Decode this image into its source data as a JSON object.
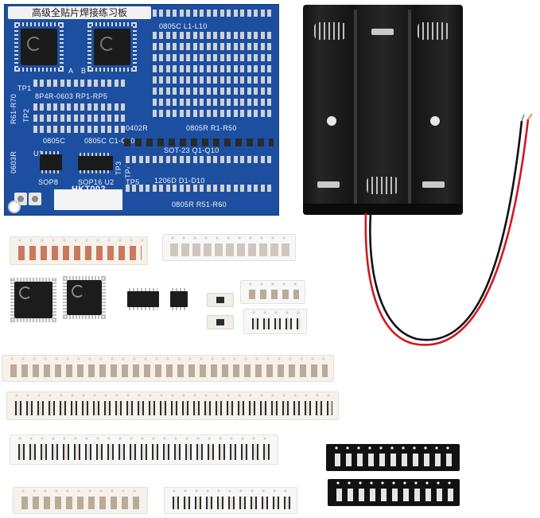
{
  "pcb": {
    "title": "高级全贴片焊接练习板",
    "model": "HKT002",
    "labels": {
      "l_range": "0805C  L1-L10",
      "sot_range": "SOT-23   Q1-Q10",
      "r_range_top": "0805R   R1-R50",
      "r_range_bottom": "0805R   R51-R60",
      "d_range": "1206D   D1-D10",
      "c_range": "0805C   C1-C10",
      "rp_range": "8P4R-0603   RP1-RP5",
      "pkg_0402r": "0402R",
      "pkg_0603r": "0603R",
      "r61_r70": "R61-R70",
      "sop8": "SOP8",
      "sop16": "SOP16 U2",
      "u1": "U1",
      "tp1": "TP1",
      "tp2": "TP2",
      "tp3": "TP3",
      "tp4": "TP4",
      "tp5": "TP5",
      "a_mark": "A",
      "b_mark": "B"
    }
  },
  "colors": {
    "pcb_blue": "#1d4fa0",
    "battery_black": "#151515",
    "wire_red": "#d0181f",
    "wire_black": "#111111",
    "tape_beige": "#f6f1ea"
  }
}
